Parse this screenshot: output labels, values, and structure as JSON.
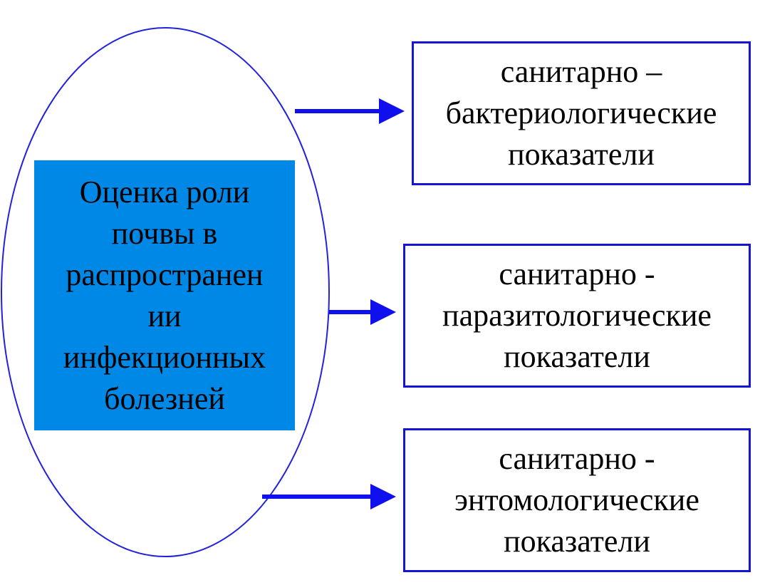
{
  "colors": {
    "ellipse_stroke": "#2222dd",
    "center_fill": "#0088e6",
    "box_border": "#1414d4",
    "arrow": "#1010ee"
  },
  "center": {
    "lines": [
      "Оценка роли",
      "почвы в",
      "распространен",
      "ии",
      "инфекционных",
      "болезней"
    ]
  },
  "boxes": [
    {
      "lines": [
        "санитарно –",
        "бактериологические",
        "показатели"
      ]
    },
    {
      "lines": [
        "санитарно -",
        "паразитологические",
        "показатели"
      ]
    },
    {
      "lines": [
        "санитарно -",
        "энтомологические",
        "показатели"
      ]
    }
  ]
}
